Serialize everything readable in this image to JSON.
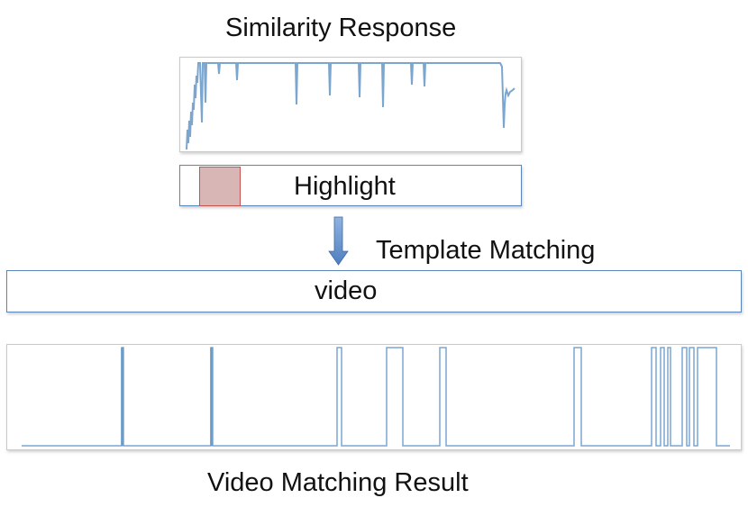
{
  "labels": {
    "similarity_title": "Similarity Response",
    "highlight": "Highlight",
    "template_matching": "Template Matching",
    "video": "video",
    "result_title": "Video Matching Result"
  },
  "colors": {
    "signal": "#7aa6d0",
    "bar_border": "#5a86b8",
    "highlight_fill": "#d8b6b6",
    "highlight_border": "#c9534f",
    "arrow": "#4f7fbf"
  }
}
